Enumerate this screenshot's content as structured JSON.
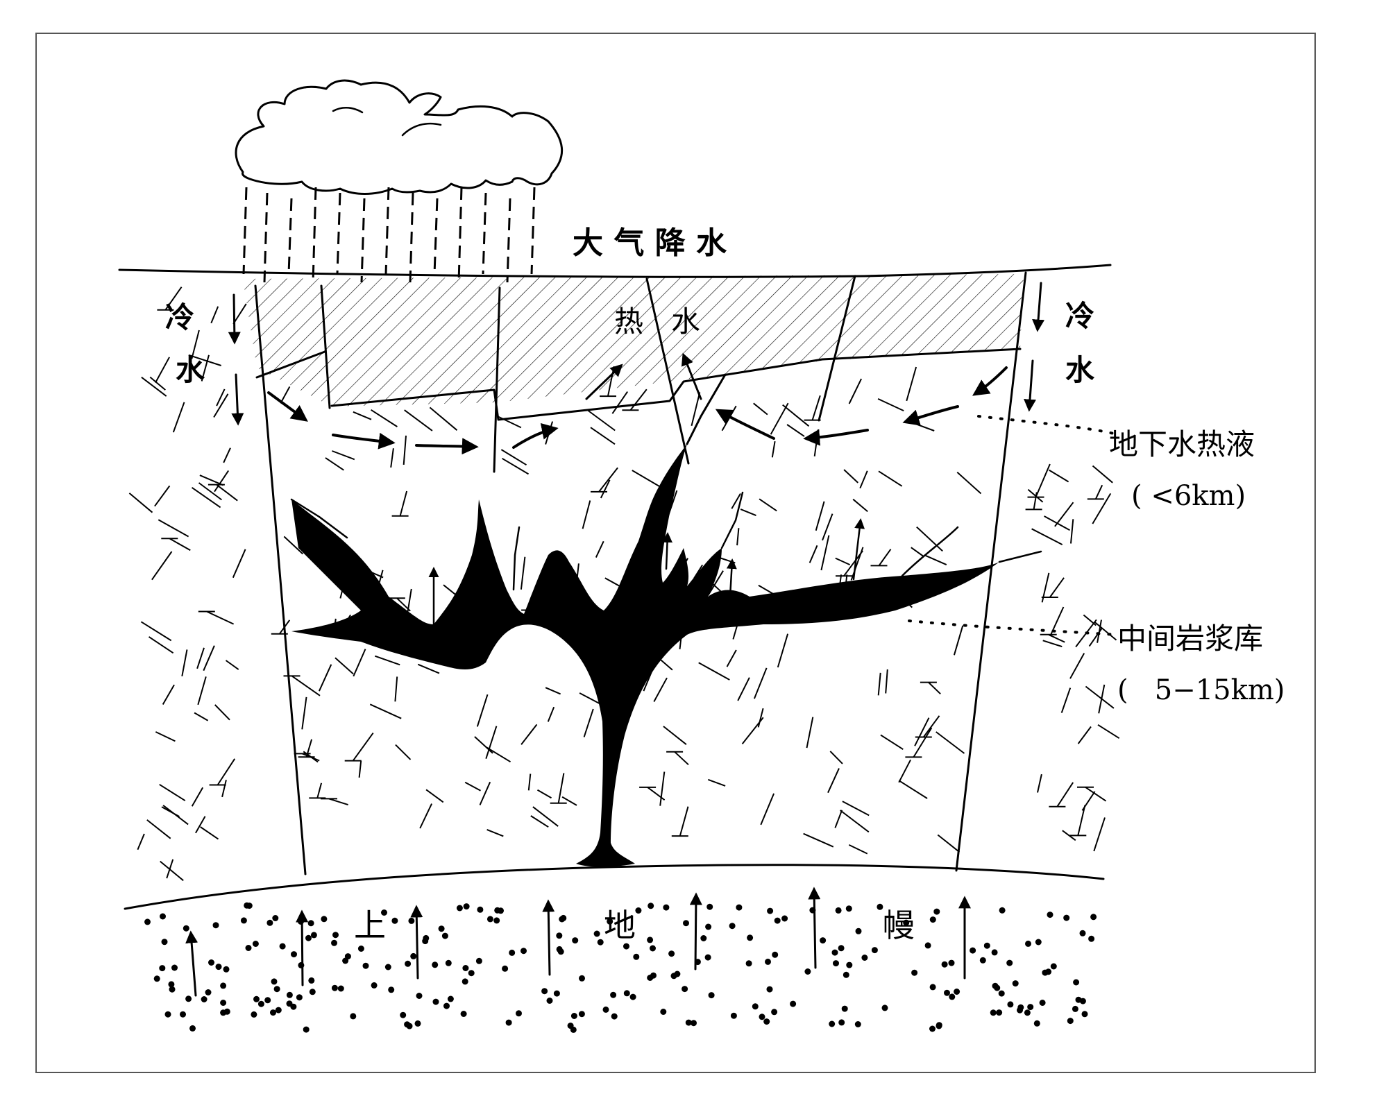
{
  "labels": {
    "precipitation": "大 气 降 水",
    "cold_water_left_1": "冷",
    "cold_water_left_2": "水",
    "cold_water_right_1": "冷",
    "cold_water_right_2": "水",
    "hot_water": "热   水",
    "groundwater_hydrothermal": "地下水热液",
    "groundwater_depth": "( <6km)",
    "magma_chamber": "中间岩浆库",
    "magma_depth": "(   5−15km)",
    "mantle_1": "上",
    "mantle_2": "地",
    "mantle_3": "幔"
  },
  "colors": {
    "ink": "#000000",
    "paper": "#ffffff",
    "frame": "#555555"
  }
}
